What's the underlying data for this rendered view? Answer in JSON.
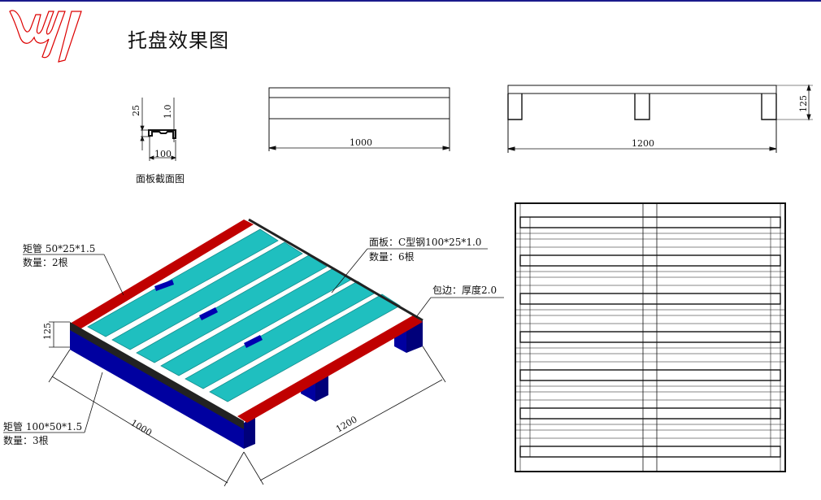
{
  "header": {
    "logo": "wy-logo",
    "title": "托盘效果图"
  },
  "section_view": {
    "caption": "面板截面图",
    "dim_height": "25",
    "dim_thickness": "1.0",
    "dim_width": "100"
  },
  "front_view": {
    "dim_width": "1000"
  },
  "side_view": {
    "dim_width": "1200",
    "dim_height": "125"
  },
  "iso_view": {
    "callout_top_tube": {
      "line1": "矩管 50*25*1.5",
      "line2": "数量：2根"
    },
    "callout_panel": {
      "line1": "面板：C型钢100*25*1.0",
      "line2": "数量：6根"
    },
    "callout_edge": {
      "line1": "包边：厚度2.0"
    },
    "callout_bottom_tube": {
      "line1": "矩管 100*50*1.5",
      "line2": "数量：3根"
    },
    "dim_height": "125",
    "dim_length_1000": "1000",
    "dim_length_1200": "1200",
    "colors": {
      "panel": "#1fbfbf",
      "panel_dark": "#178f8f",
      "red_tube": "#c00000",
      "blue_tube": "#0000a0",
      "edge": "#222222"
    }
  },
  "plan_view": {
    "description": "top view grid"
  }
}
